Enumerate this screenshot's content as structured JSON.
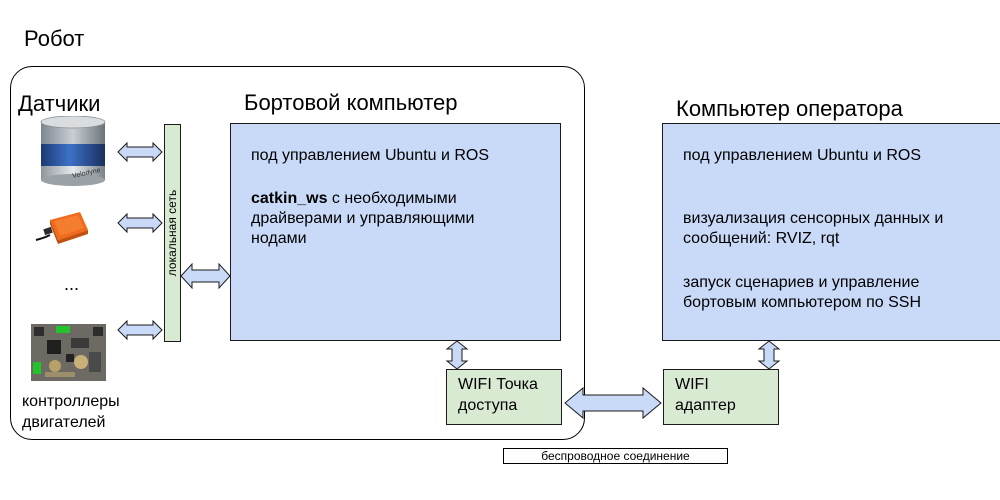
{
  "robot": {
    "title": "Робот",
    "sensors": {
      "title": "Датчики",
      "ellipsis": "...",
      "lidar_brand": "Velodyne",
      "controllers_label_line1": "контроллеры",
      "controllers_label_line2": "двигателей"
    },
    "local_network_label": "локальная сеть",
    "onboard_computer": {
      "title": "Бортовой компьютер",
      "os_text": "под управлением Ubuntu и ROS",
      "workspace_bold": "catkin_ws",
      "workspace_line1_rest": " с необходимыми",
      "workspace_line2": "драйверами и управляющими",
      "workspace_line3": "нодами"
    },
    "wifi_access_point": {
      "line1": "WIFI Точка",
      "line2": "доступа"
    }
  },
  "operator_computer": {
    "title": "Компьютер оператора",
    "os_text": "под управлением Ubuntu и ROS",
    "visualization_line1": "визуализация сенсорных данных и",
    "visualization_line2": "сообщений: RVIZ, rqt",
    "launch_line1": "запуск сценариев и управление",
    "launch_line2": "бортовым компьютером по SSH"
  },
  "wifi_adapter": {
    "line1": "WIFI",
    "line2": "адаптер"
  },
  "legend": {
    "wireless_connection": "беспроводное соединение"
  },
  "colors": {
    "computer_box": "#c9daf8",
    "network_box": "#d9ead3",
    "arrow_fill": "#c9daf8"
  }
}
